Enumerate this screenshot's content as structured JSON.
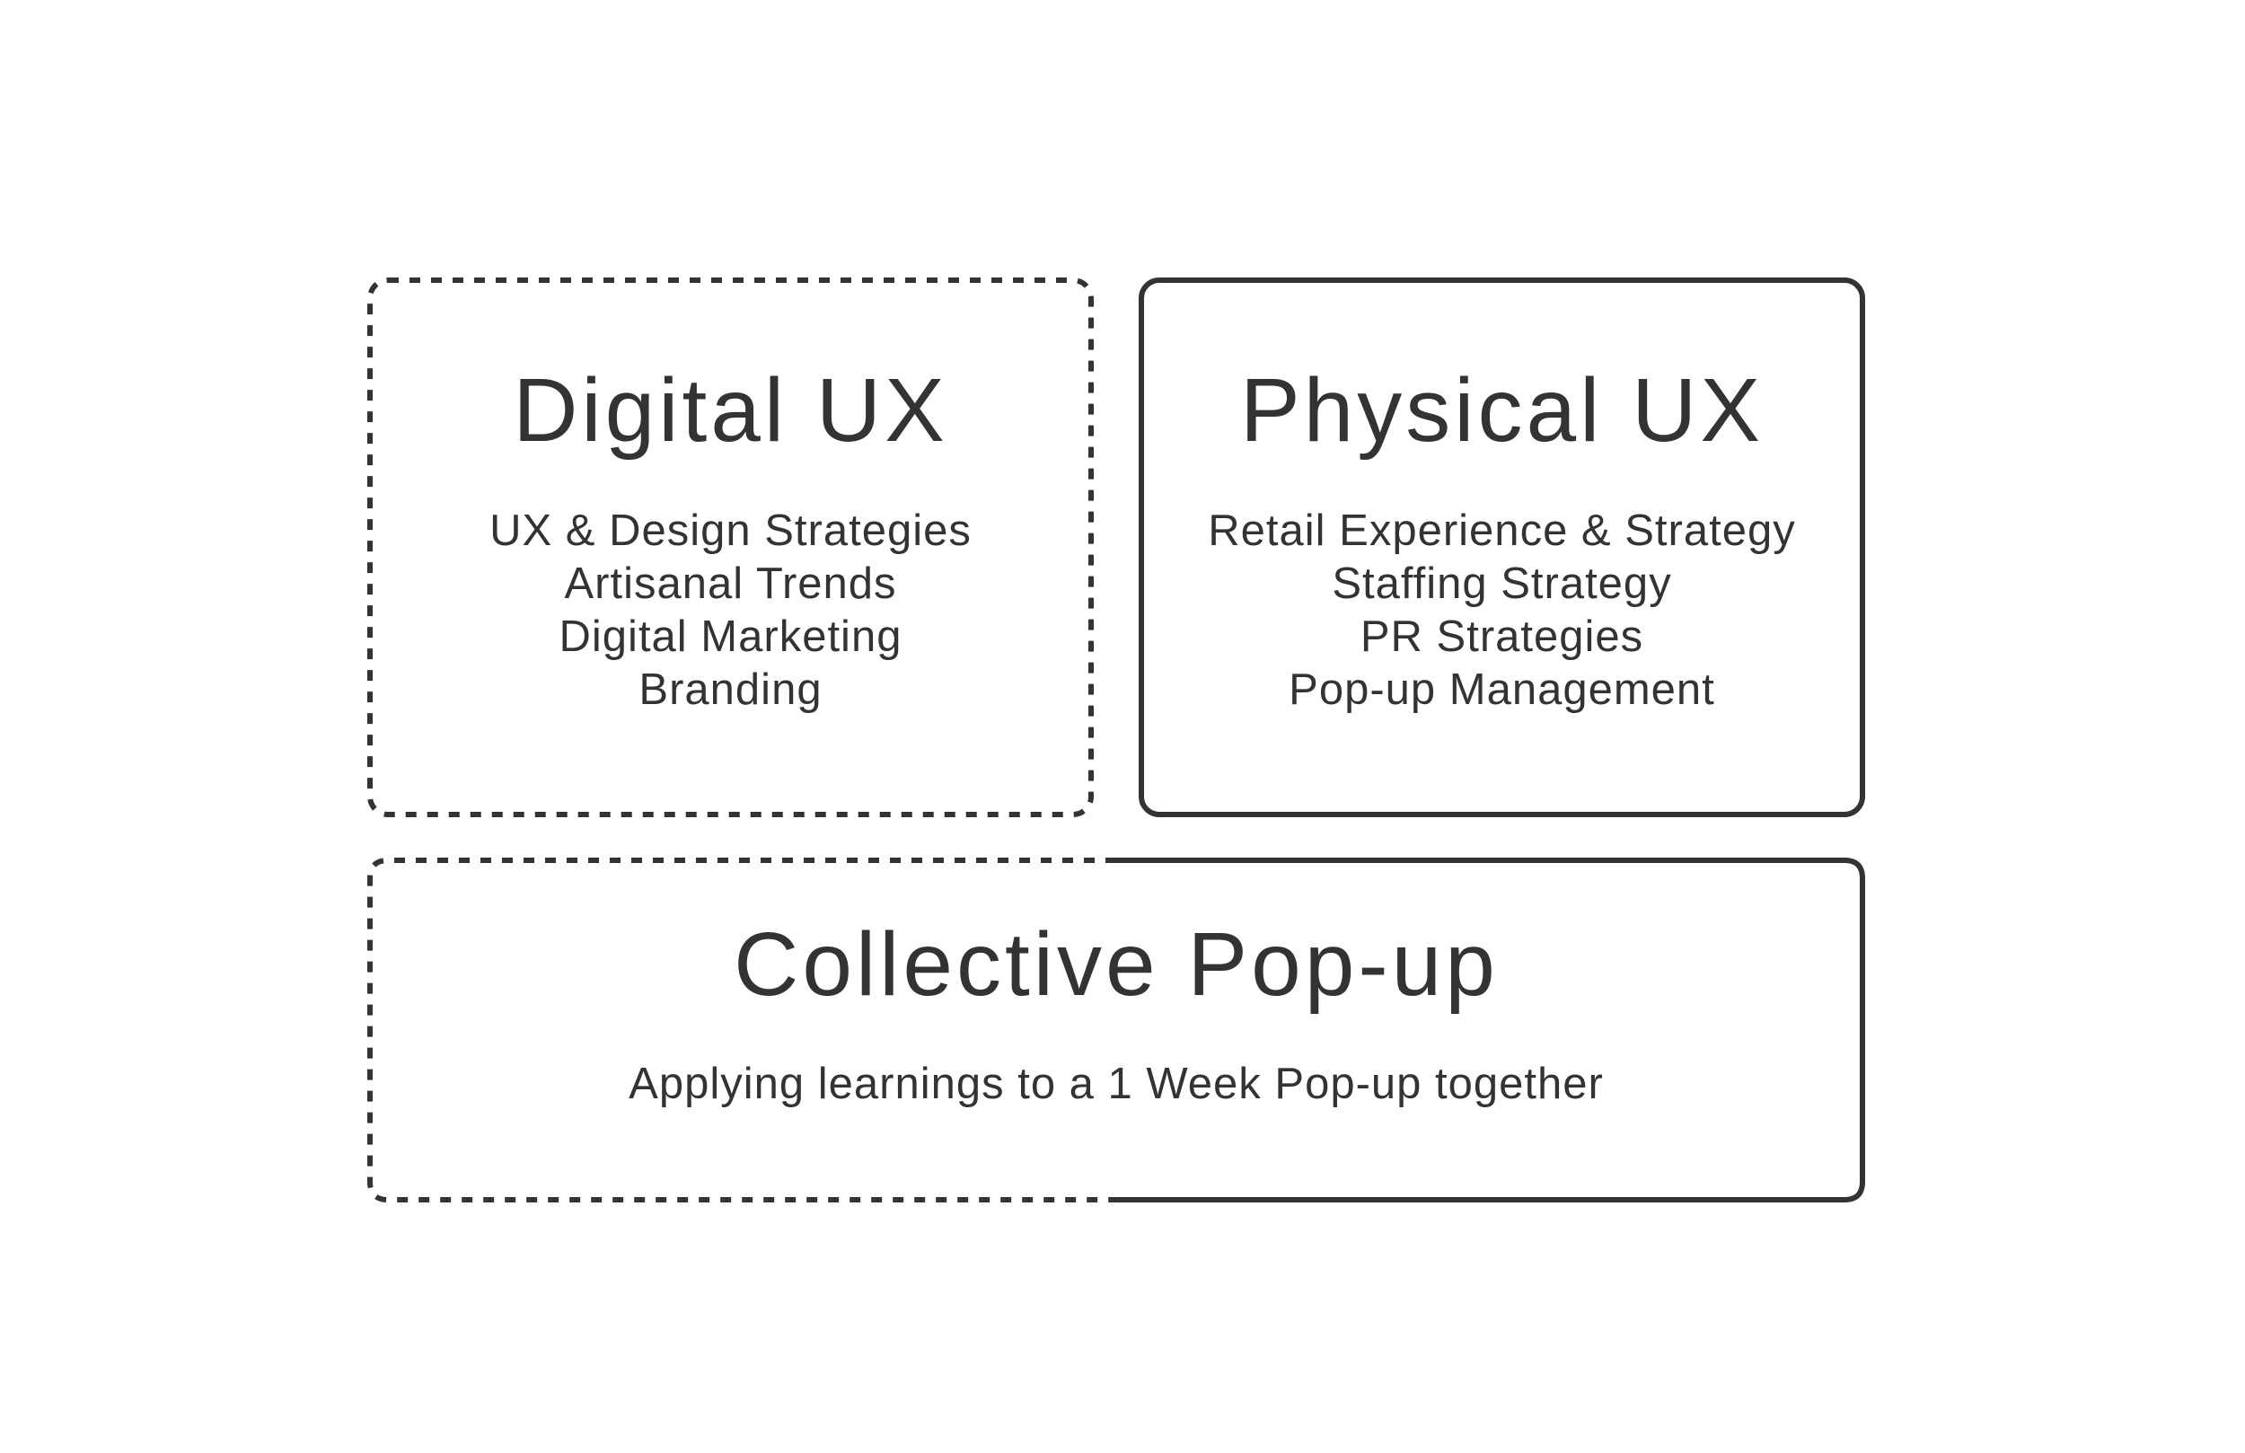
{
  "boxes": {
    "digital": {
      "title": "Digital UX",
      "items": [
        "UX & Design Strategies",
        "Artisanal Trends",
        "Digital Marketing",
        "Branding"
      ]
    },
    "physical": {
      "title": "Physical UX",
      "items": [
        "Retail Experience & Strategy",
        "Staffing Strategy",
        "PR Strategies",
        "Pop-up Management"
      ]
    },
    "collective": {
      "title": "Collective Pop-up",
      "subtitle": "Applying learnings to a 1 Week Pop-up together"
    }
  },
  "colors": {
    "stroke": "#333333",
    "text": "#333333",
    "background": "#ffffff"
  }
}
